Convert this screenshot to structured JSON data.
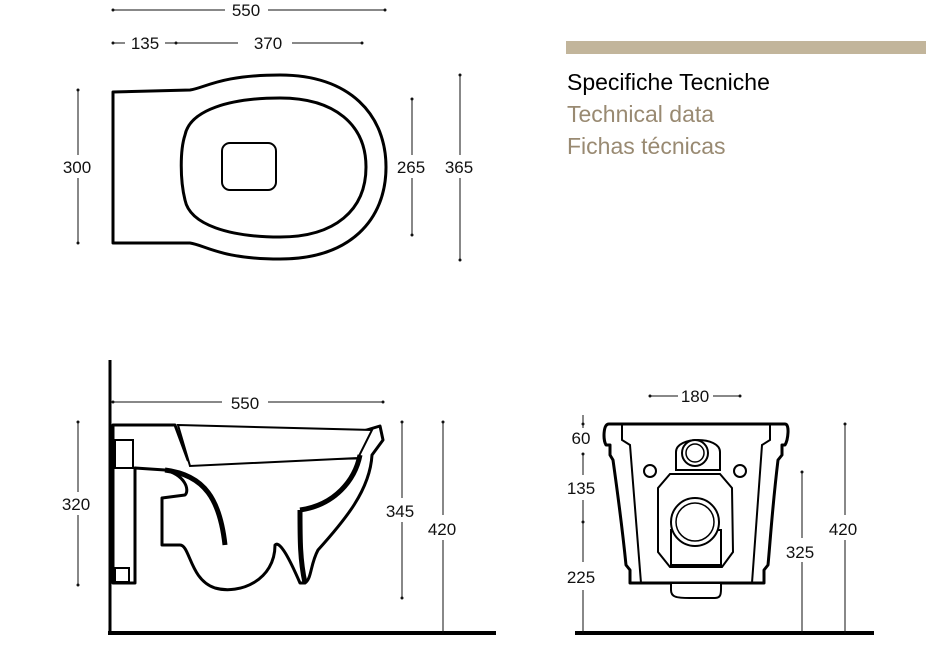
{
  "header": {
    "accent_color": "#c2b59b",
    "title_it": "Specifiche Tecniche",
    "title_en": "Technical data",
    "title_es": "Fichas técnicas"
  },
  "top_view": {
    "overall_length": "550",
    "rear_section": "135",
    "bowl_section": "370",
    "rear_width": "300",
    "inner_width": "265",
    "overall_width": "365"
  },
  "side_view": {
    "length": "550",
    "height_left": "320",
    "height_bowl": "345",
    "height_total": "420"
  },
  "rear_view": {
    "fixing_distance": "180",
    "top_offset": "60",
    "mid_offset": "135",
    "bottom_offset": "225",
    "outlet_height": "325",
    "height_total": "420"
  }
}
